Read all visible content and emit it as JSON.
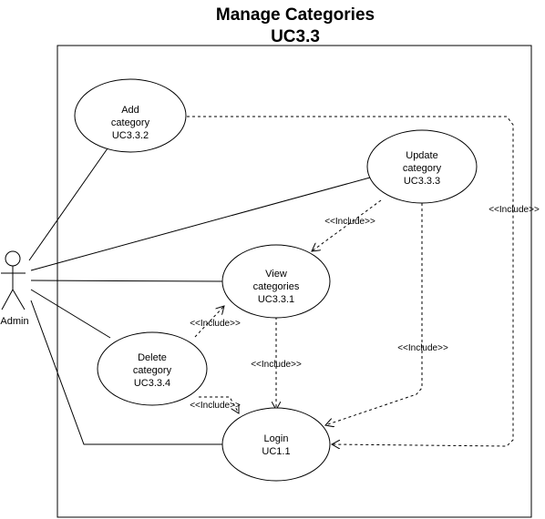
{
  "title": {
    "line1": "Manage Categories",
    "line2": "UC3.3"
  },
  "actor": {
    "label": "Admin"
  },
  "use_cases": {
    "add": {
      "lines": [
        "Add",
        "category",
        "UC3.3.2"
      ]
    },
    "update": {
      "lines": [
        "Update",
        "category",
        "UC3.3.3"
      ]
    },
    "view": {
      "lines": [
        "View",
        "categories",
        "UC3.3.1"
      ]
    },
    "delete": {
      "lines": [
        "Delete",
        "category",
        "UC3.3.4"
      ]
    },
    "login": {
      "lines": [
        "Login",
        "UC1.1"
      ]
    }
  },
  "relations": {
    "update_view": "<<Include>>",
    "add_login": "<<Include>>",
    "delete_view": "<<Include>>",
    "view_login": "<<Include>>",
    "update_login": "<<Include>>",
    "delete_login": "<<Include>>"
  }
}
